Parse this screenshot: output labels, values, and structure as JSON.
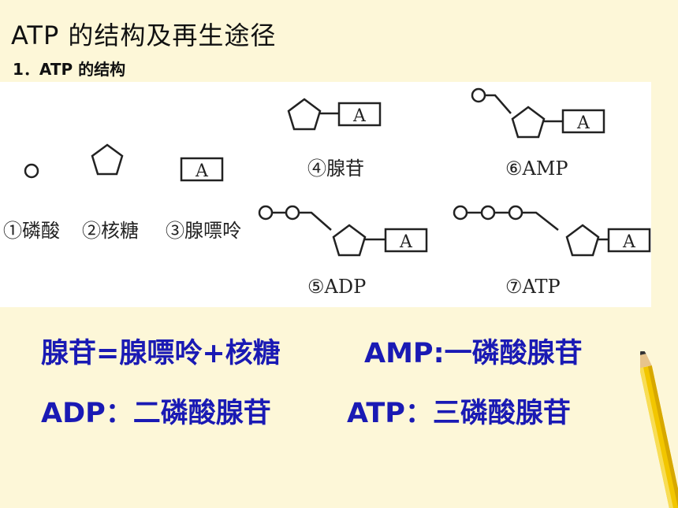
{
  "slide": {
    "title": "ATP 的结构及再生途径",
    "subtitle": "1．ATP 的结构"
  },
  "diagram": {
    "symbol_letter": "A",
    "labels": {
      "phosphate": "①磷酸",
      "ribose": "②核糖",
      "adenine": "③腺嘌呤",
      "adenosine": "④腺苷",
      "adp": "⑤ADP",
      "amp": "⑥AMP",
      "atp": "⑦ATP"
    }
  },
  "summary": {
    "line1_left": "腺苷=腺嘌呤+核糖",
    "line1_right": "AMP:一磷酸腺苷",
    "line2_left": "ADP：二磷酸腺苷",
    "line2_right": "ATP：三磷酸腺苷"
  },
  "colors": {
    "background": "#fdf7d8",
    "summary_text": "#1a1ab4"
  }
}
